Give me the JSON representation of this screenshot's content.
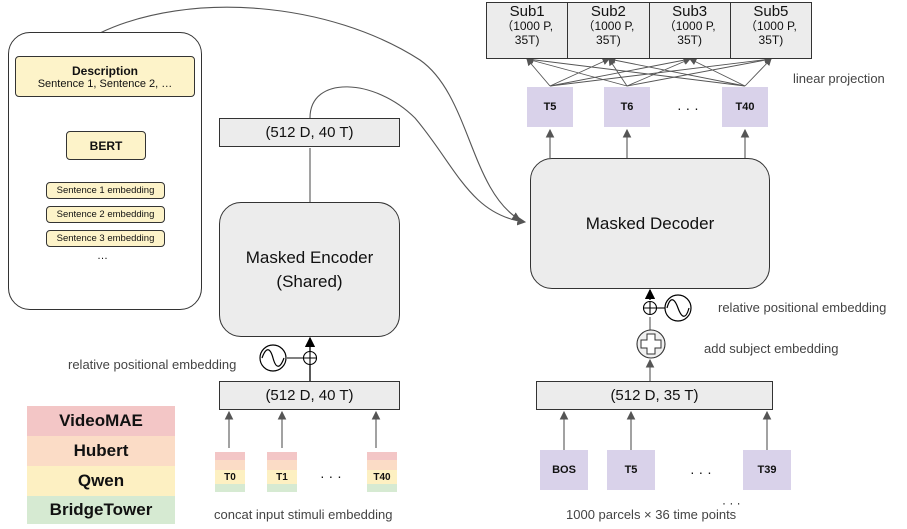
{
  "description_panel": {
    "title": "Description",
    "sentences": "Sentence 1, Sentence 2, …",
    "bert": "BERT",
    "embeddings": [
      "Sentence 1 embedding",
      "Sentence 2 embedding",
      "Sentence 3 embedding"
    ],
    "ellipsis": "…"
  },
  "encoder": {
    "output": "(512 D, 40 T)",
    "title": "Masked Encoder",
    "subtitle": "(Shared)",
    "input": "(512 D, 40 T)",
    "pos_label": "relative positional embedding",
    "tokens": [
      "T0",
      "T1",
      "T40"
    ],
    "ellipsis": "· · ·",
    "caption": "concat input stimuli embedding"
  },
  "decoder": {
    "title": "Masked Decoder",
    "input": "(512 D, 35 T)",
    "pos_label": "relative positional embedding",
    "subj_label": "add subject embedding",
    "input_tokens": [
      "BOS",
      "T5",
      "T39"
    ],
    "output_tokens": [
      "T5",
      "T6",
      "T40"
    ],
    "ellipsis": "· · ·",
    "caption": "1000 parcels × 36 time points",
    "bottom_ellipsis": "· · ·",
    "projection_label": "linear projection"
  },
  "subjects": [
    {
      "name": "Sub1",
      "detail1": "（1000 P,",
      "detail2": "35T)"
    },
    {
      "name": "Sub2",
      "detail1": "（1000 P,",
      "detail2": "35T)"
    },
    {
      "name": "Sub3",
      "detail1": "（1000 P,",
      "detail2": "35T)"
    },
    {
      "name": "Sub5",
      "detail1": "（1000 P,",
      "detail2": "35T)"
    }
  ],
  "legend": [
    {
      "label": "VideoMAE",
      "color": "#f3c6c6"
    },
    {
      "label": "Hubert",
      "color": "#fbdcc6"
    },
    {
      "label": "Qwen",
      "color": "#fdf0c2"
    },
    {
      "label": "BridgeTower",
      "color": "#d6ead2"
    }
  ]
}
